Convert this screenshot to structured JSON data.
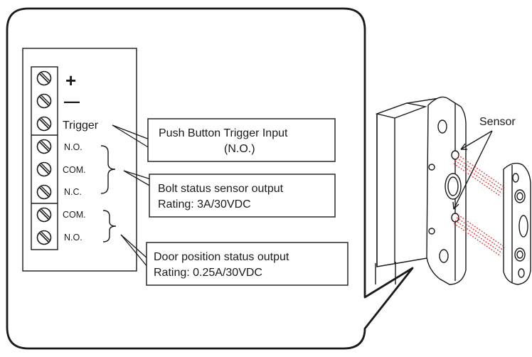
{
  "terminal_block": {
    "plus_symbol": "+",
    "minus_symbol": "—",
    "trigger_label": "Trigger",
    "relay1": {
      "no_label": "N.O.",
      "com_label": "COM.",
      "nc_label": "N.C."
    },
    "relay2": {
      "com_label": "COM.",
      "no_label": "N.O."
    }
  },
  "callouts": {
    "push_button": {
      "line1": "Push Button Trigger Input",
      "line2": "(N.O.)"
    },
    "bolt_status": {
      "line1": "Bolt status sensor output",
      "line2": "Rating: 3A/30VDC"
    },
    "door_position": {
      "line1": "Door position status output",
      "line2": "Rating: 0.25A/30VDC"
    }
  },
  "sensor_label": "Sensor",
  "colors": {
    "line": "#1a1a1a",
    "beam": "#e23a3a",
    "background": "#ffffff"
  }
}
